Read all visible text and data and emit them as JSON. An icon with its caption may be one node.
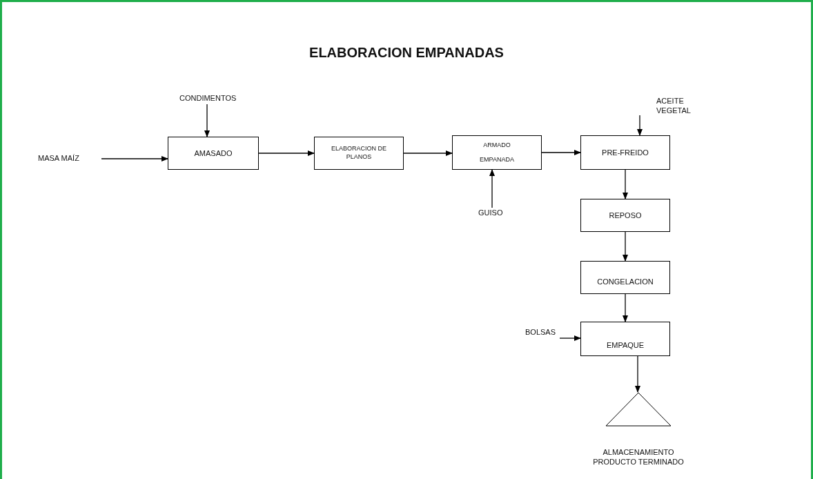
{
  "diagram": {
    "title": "ELABORACION EMPANADAS",
    "nodes": [
      {
        "text": [
          "MASA MAÍZ"
        ]
      },
      {
        "text": [
          "CONDIMENTOS"
        ]
      },
      {
        "text": [
          "AMASADO"
        ]
      },
      {
        "text": [
          "ELABORACION DE PLANOS"
        ]
      },
      {
        "text": [
          "ARMADO EMPANADA"
        ]
      },
      {
        "text": [
          "GUISO"
        ]
      },
      {
        "text": [
          "ACEITE VEGETAL"
        ]
      },
      {
        "text": [
          "PRE-FREIDO"
        ]
      },
      {
        "text": [
          "REPOSO"
        ]
      },
      {
        "text": [
          "CONGELACION"
        ]
      },
      {
        "text": [
          "BOLSAS"
        ]
      },
      {
        "text": [
          "EMPAQUE"
        ]
      },
      {
        "text": [],
        "shape": "triangle",
        "beside": [
          "ALMACENAMIENTO PRODUCTO TERMINADO"
        ]
      }
    ],
    "edges": [
      {
        "from": 0,
        "to": 2,
        "arrow": "to"
      },
      {
        "from": 1,
        "to": 2,
        "arrow": "to"
      },
      {
        "from": 2,
        "to": 3,
        "arrow": "to"
      },
      {
        "from": 3,
        "to": 4,
        "arrow": "to"
      },
      {
        "from": 5,
        "to": 4,
        "arrow": "to"
      },
      {
        "from": 4,
        "to": 7,
        "arrow": "to"
      },
      {
        "from": 6,
        "to": 7,
        "arrow": "to"
      },
      {
        "from": 7,
        "to": 8,
        "arrow": "to"
      },
      {
        "from": 8,
        "to": 9,
        "arrow": "to"
      },
      {
        "from": 9,
        "to": 11,
        "arrow": "to"
      },
      {
        "from": 10,
        "to": 11,
        "arrow": "to"
      },
      {
        "from": 11,
        "to": 12,
        "arrow": "to"
      }
    ]
  }
}
